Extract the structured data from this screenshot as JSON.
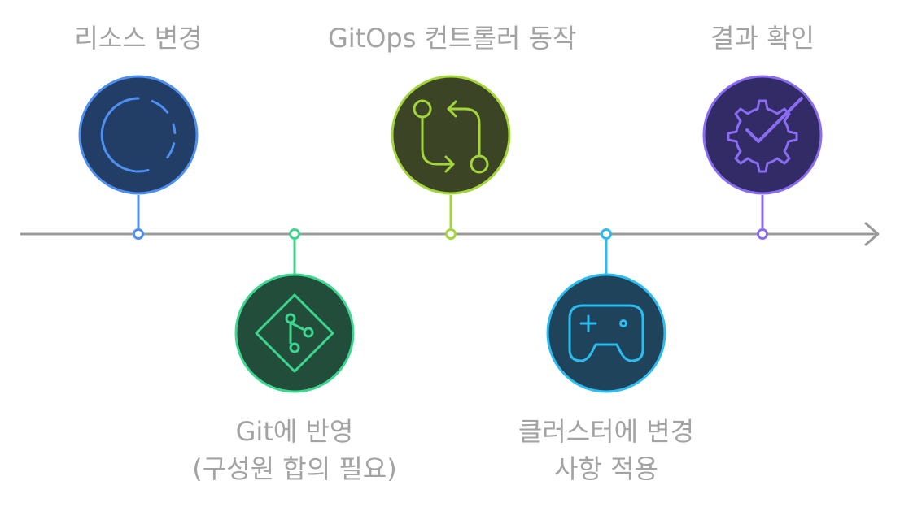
{
  "steps": [
    {
      "lines": [
        "리소스 변경"
      ],
      "icon": "dashed-circle-icon",
      "fill": "#223e66",
      "stroke": "#4f8ff0",
      "position": "top"
    },
    {
      "lines": [
        "Git에 반영",
        "(구성원 합의 필요)"
      ],
      "icon": "git-branch-icon",
      "fill": "#234d3b",
      "stroke": "#3cd68f",
      "position": "bottom"
    },
    {
      "lines": [
        "GitOps 컨트롤러 동작"
      ],
      "icon": "sync-arrows-icon",
      "fill": "#3b4526",
      "stroke": "#a3d63a",
      "position": "top"
    },
    {
      "lines": [
        "클러스터에 변경",
        "사항 적용"
      ],
      "icon": "gamepad-icon",
      "fill": "#1f435a",
      "stroke": "#2bbcf0",
      "position": "bottom"
    },
    {
      "lines": [
        "결과 확인"
      ],
      "icon": "gear-check-icon",
      "fill": "#332b66",
      "stroke": "#8a6cf2",
      "position": "top"
    }
  ],
  "timeline_color": "#9a9a9a"
}
